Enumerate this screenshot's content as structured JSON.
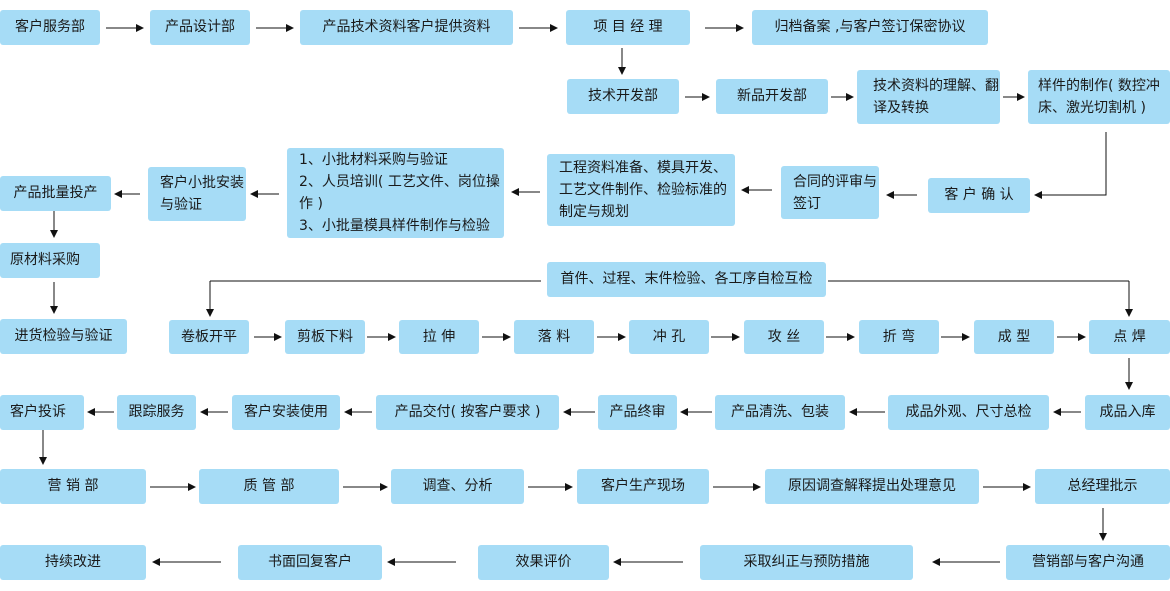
{
  "nodes": {
    "n1": "客户服务部",
    "n2": "产品设计部",
    "n3": "产品技术资料客户提供资料",
    "n4": "项 目 经 理",
    "n5": "归档备案 ,与客户签订保密协议",
    "n6": "技术开发部",
    "n7": "新品开发部",
    "n8": "技术资料的理解、翻译及转换",
    "n9": "样件的制作( 数控冲床、激光切割机 )",
    "n10": "客 户 确 认",
    "n11": "合同的评审与签订",
    "n12": "工程资料准备、模具开发、工艺文件制作、检验标准的制定与规划",
    "n13": "1、小批材料采购与验证\n2、人员培训( 工艺文件、岗位操作 )\n3、小批量模具样件制作与检验",
    "n14": "客户小批安装与验证",
    "n15": "产品批量投产",
    "n16": "原材料采购",
    "n17": "进货检验与验证",
    "n18": "首件、过程、末件检验、各工序自检互检",
    "n19": "卷板开平",
    "n20": "剪板下料",
    "n21": "拉 伸",
    "n22": "落 料",
    "n23": "冲 孔",
    "n24": "攻 丝",
    "n25": "折 弯",
    "n26": "成 型",
    "n27": "点 焊",
    "n28": "成品入库",
    "n29": "成品外观、尺寸总检",
    "n30": "产品清洗、包装",
    "n31": "产品终审",
    "n32": "产品交付( 按客户要求 )",
    "n33": "客户安装使用",
    "n34": "跟踪服务",
    "n35": "客户投诉",
    "n36": "营 销 部",
    "n37": "质 管 部",
    "n38": "调查、分析",
    "n39": "客户生产现场",
    "n40": "原因调查解释提出处理意见",
    "n41": "总经理批示",
    "n42": "营销部与客户沟通",
    "n43": "采取纠正与预防措施",
    "n44": "效果评价",
    "n45": "书面回复客户",
    "n46": "持续改进"
  },
  "colors": {
    "box_fill": "#a6dcf6",
    "line": "#111111",
    "text": "#1a1a1a"
  }
}
